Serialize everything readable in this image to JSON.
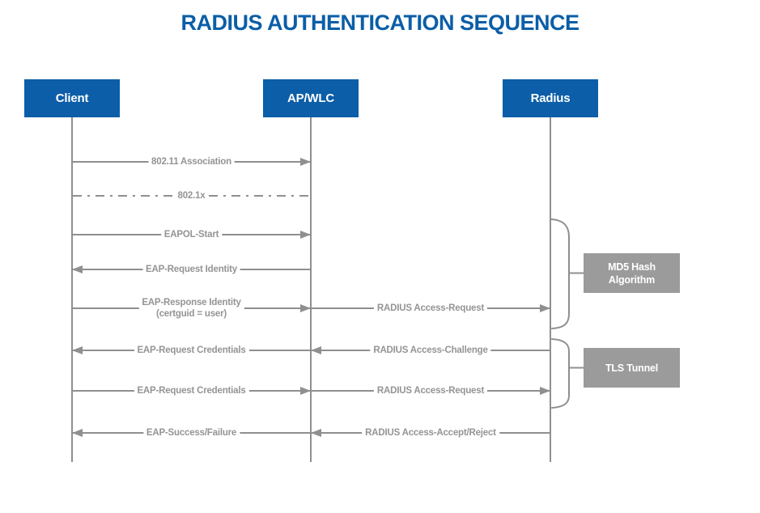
{
  "title": "RADIUS AUTHENTICATION SEQUENCE",
  "colors": {
    "accent_blue": "#0B5EA7",
    "line_gray": "#8F8F8F",
    "label_gray": "#949494",
    "note_gray": "#9B9B9B"
  },
  "actors": [
    {
      "label": "Client"
    },
    {
      "label": "AP/WLC"
    },
    {
      "label": "Radius"
    }
  ],
  "messages": [
    {
      "label": "802.11 Association",
      "from": "Client",
      "to": "AP/WLC",
      "arrow": "right",
      "line": "solid"
    },
    {
      "label": "802.1x",
      "from": "Client",
      "to": "AP/WLC",
      "arrow": "none",
      "line": "dash-dot"
    },
    {
      "label": "EAPOL-Start",
      "from": "Client",
      "to": "AP/WLC",
      "arrow": "right",
      "line": "solid"
    },
    {
      "label": "EAP-Request Identity",
      "from": "AP/WLC",
      "to": "Client",
      "arrow": "left",
      "line": "solid"
    },
    {
      "label": "EAP-Response Identity",
      "label2": "(certguid = user)",
      "from": "Client",
      "to": "AP/WLC",
      "arrow": "right",
      "line": "solid"
    },
    {
      "label": "RADIUS Access-Request",
      "from": "AP/WLC",
      "to": "Radius",
      "arrow": "right",
      "line": "solid"
    },
    {
      "label": "EAP-Request Credentials",
      "from": "AP/WLC",
      "to": "Client",
      "arrow": "left",
      "line": "solid"
    },
    {
      "label": "RADIUS Access-Challenge",
      "from": "Radius",
      "to": "AP/WLC",
      "arrow": "left",
      "line": "solid"
    },
    {
      "label": "EAP-Request Credentials",
      "from": "Client",
      "to": "AP/WLC",
      "arrow": "right",
      "line": "solid"
    },
    {
      "label": "RADIUS Access-Request",
      "from": "AP/WLC",
      "to": "Radius",
      "arrow": "right",
      "line": "solid"
    },
    {
      "label": "EAP-Success/Failure",
      "from": "AP/WLC",
      "to": "Client",
      "arrow": "left",
      "line": "solid"
    },
    {
      "label": "RADIUS Access-Accept/Reject",
      "from": "Radius",
      "to": "AP/WLC",
      "arrow": "left",
      "line": "solid"
    }
  ],
  "annotations": [
    {
      "line1": "MD5 Hash",
      "line2": "Algorithm"
    },
    {
      "line1": "TLS Tunnel"
    }
  ]
}
